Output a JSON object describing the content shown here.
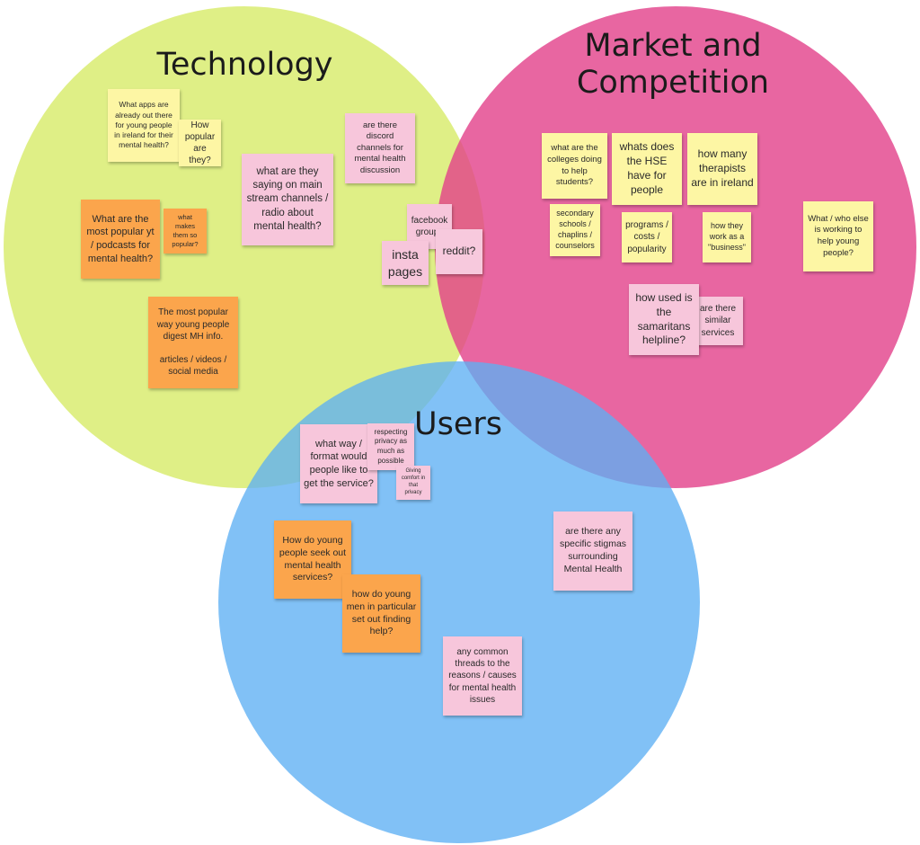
{
  "colors": {
    "technology": "#d6ea64",
    "market": "#e2408a",
    "users": "#5eb0f4",
    "note_yellow": "#fdf6a4",
    "note_orange": "#fba54c",
    "note_pink": "#f7c6db"
  },
  "sections": {
    "technology": "Technology",
    "market": "Market and\nCompetition",
    "users": "Users"
  },
  "notes": {
    "apps_ireland": "What apps are already out there for young people in ireland for their mental health?",
    "how_popular": "How popular are they?",
    "main_stream": "what are they saying on main stream channels / radio about mental health?",
    "discord": "are there discord channels for mental health discussion",
    "yt_podcasts": "What are the most popular yt / podcasts for mental health?",
    "what_makes": "what makes them so popular?",
    "facebook": "facebook groups",
    "insta": "insta pages",
    "reddit": "reddit?",
    "digest": "The most popular way young people digest MH info.\n\narticles / videos / social media",
    "colleges": "what are the colleges doing to help students?",
    "hse": "whats does the HSE have for people",
    "therapists": "how many therapists are in ireland",
    "schools": "secondary schools / chaplins / counselors",
    "programs": "programs / costs / popularity",
    "business": "how they work as a \"business\"",
    "who_else": "What / who else is working to help young people?",
    "samaritans": "how used is the samaritans helpline?",
    "similar": "are there similar services",
    "format": "what way / format would people like to get the service?",
    "privacy": "respecting privacy as much as possible",
    "comfort": "Giving comfort in that privacy",
    "seek_out": "How do young people seek out mental health services?",
    "young_men": "how do young men in particular set out finding help?",
    "stigmas": "are there any specific stigmas surrounding Mental Health",
    "threads": "any common threads to the reasons / causes for mental health issues"
  }
}
